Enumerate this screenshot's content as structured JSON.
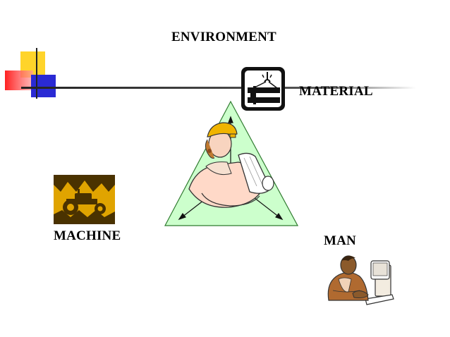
{
  "slide": {
    "labels": {
      "environment": "ENVIRONMENT",
      "material": "MATERIAL",
      "machine": "MACHINE",
      "man": "MAN"
    }
  },
  "colors": {
    "triangle_fill": "#ccffcc",
    "triangle_stroke": "#2f7a2f",
    "deco_yellow": "#ffd42a",
    "deco_red": "#ff3030",
    "deco_blue": "#2a2ad4",
    "machine_bg": "#e0a400",
    "machine_dark": "#4a3200",
    "man_brown": "#8b5a2b"
  },
  "icons": {
    "material": "steel-beam-crane-icon",
    "machine": "tractor-icon",
    "man": "worker-at-computer-icon",
    "center": "engineer-with-blueprints-icon"
  }
}
